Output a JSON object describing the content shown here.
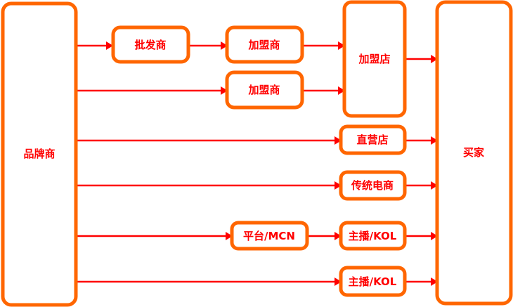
{
  "nodes": {
    "brand": "品牌商",
    "buyer": "买家",
    "wholesaler": "批发商",
    "franchisee_1": "加盟商",
    "franchisee_2": "加盟商",
    "franchise_store": "加盟店",
    "direct_store": "直营店",
    "traditional_ecommerce": "传统电商",
    "platform_mcn": "平台/MCN",
    "streamer_kol_1": "主播/KOL",
    "streamer_kol_2": "主播/KOL"
  },
  "colors": {
    "box_border": "#FF6600",
    "text": "#FF0000",
    "arrow": "#FF0000"
  }
}
